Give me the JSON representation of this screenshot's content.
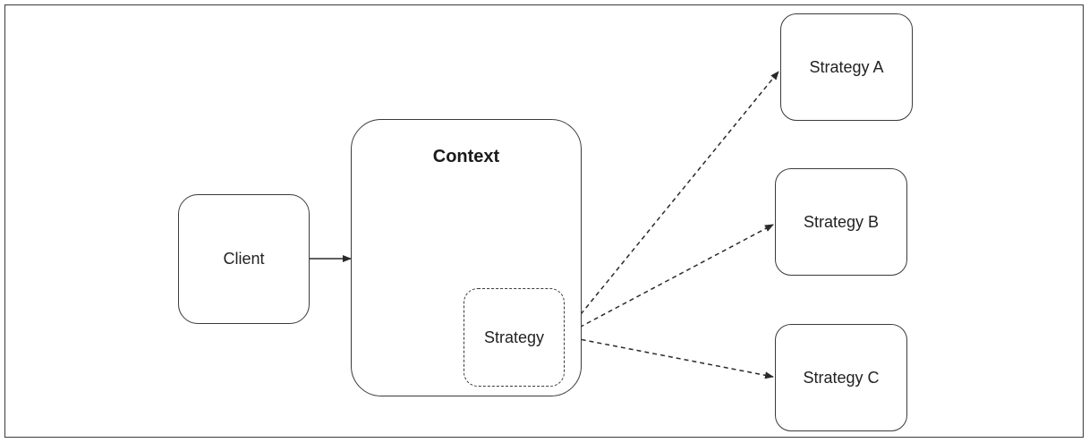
{
  "nodes": {
    "client": "Client",
    "context": "Context",
    "strategy": "Strategy",
    "strategy_a": "Strategy A",
    "strategy_b": "Strategy B",
    "strategy_c": "Strategy C"
  },
  "colors": {
    "stroke": "#3a3a3a",
    "text": "#222222",
    "background": "#ffffff"
  }
}
